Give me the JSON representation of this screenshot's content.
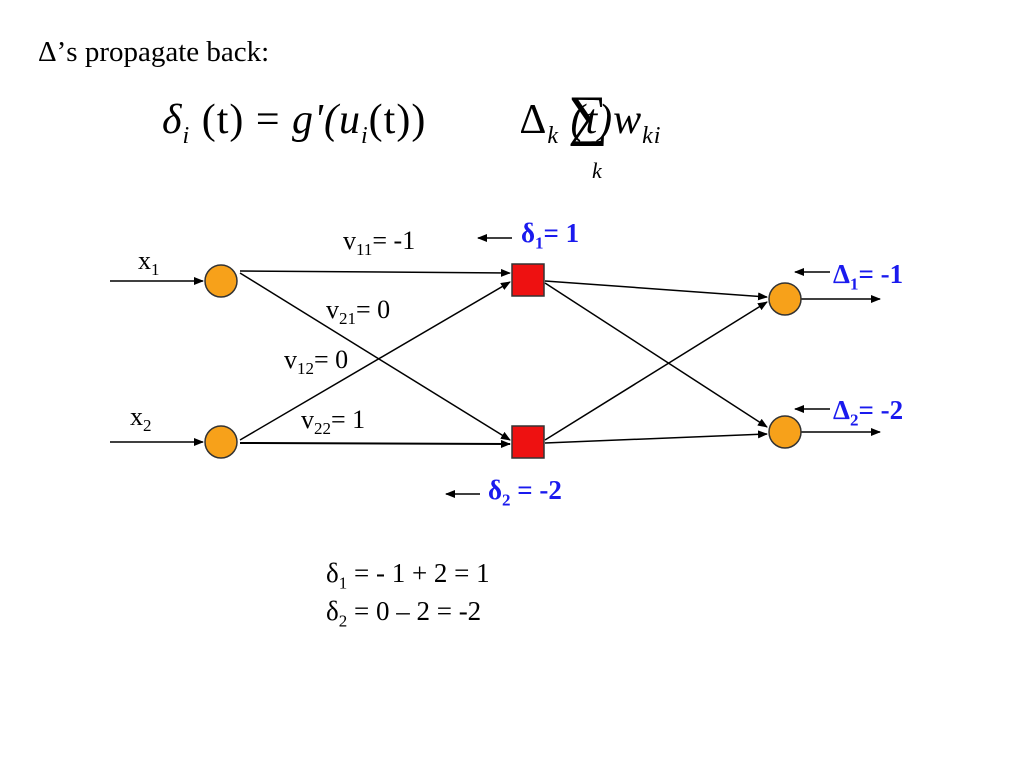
{
  "title": "Δ’s propagate back:",
  "formula": {
    "delta": "δ",
    "sub_i": "i",
    "paren_t_eq": "(t) =",
    "gprime": "g'(u",
    "sub_i2": "i",
    "paren_t_close": "(t))",
    "sum": "∑",
    "sum_sub": "k",
    "cap_delta": "Δ",
    "sub_k": "k",
    "t_w": "(t)w",
    "sub_ki": "ki"
  },
  "inputs": [
    {
      "name": "x",
      "sub": "1"
    },
    {
      "name": "x",
      "sub": "2"
    }
  ],
  "weights": [
    {
      "name": "v",
      "sub": "11",
      "value": "= -1"
    },
    {
      "name": "v",
      "sub": "21",
      "value": "= 0"
    },
    {
      "name": "v",
      "sub": "12",
      "value": "= 0"
    },
    {
      "name": "v",
      "sub": "22",
      "value": "= 1"
    }
  ],
  "hidden_deltas": [
    {
      "symbol": "δ",
      "sub": "1",
      "value": "= 1"
    },
    {
      "symbol": "δ",
      "sub": "2",
      "value": " = -2"
    }
  ],
  "output_deltas": [
    {
      "symbol": "Δ",
      "sub": "1",
      "value": "= -1"
    },
    {
      "symbol": "Δ",
      "sub": "2",
      "value": "= -2"
    }
  ],
  "calculations": [
    {
      "symbol": "δ",
      "sub": "1",
      "expr": " = - 1 + 2 = 1"
    },
    {
      "symbol": "δ",
      "sub": "2",
      "expr": " = 0 – 2 = -2"
    }
  ],
  "colors": {
    "input_node": "#f7a11a",
    "hidden_node": "#ee1111",
    "output_node": "#f7a11a",
    "delta_text": "#1a1aee"
  }
}
